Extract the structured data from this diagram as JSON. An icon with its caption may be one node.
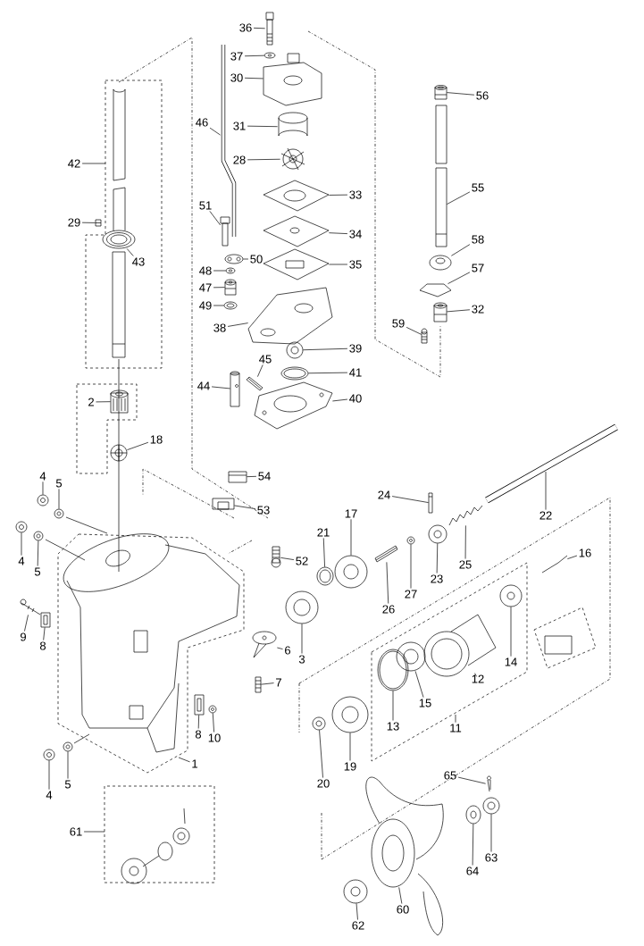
{
  "diagram": {
    "nodes": [
      {
        "text": [
          "36"
        ]
      },
      {
        "text": [
          "37"
        ]
      },
      {
        "text": [
          "30"
        ]
      },
      {
        "text": [
          "46"
        ]
      },
      {
        "text": [
          "31"
        ]
      },
      {
        "text": [
          "28"
        ]
      },
      {
        "text": [
          "33"
        ]
      },
      {
        "text": [
          "34"
        ]
      },
      {
        "text": [
          "35"
        ]
      },
      {
        "text": [
          "51"
        ]
      },
      {
        "text": [
          "50"
        ]
      },
      {
        "text": [
          "48"
        ]
      },
      {
        "text": [
          "47"
        ]
      },
      {
        "text": [
          "49"
        ]
      },
      {
        "text": [
          "38"
        ]
      },
      {
        "text": [
          "39"
        ]
      },
      {
        "text": [
          "41"
        ]
      },
      {
        "text": [
          "40"
        ]
      },
      {
        "text": [
          "44"
        ]
      },
      {
        "text": [
          "45"
        ]
      },
      {
        "text": [
          "42"
        ]
      },
      {
        "text": [
          "29"
        ]
      },
      {
        "text": [
          "43"
        ]
      },
      {
        "text": [
          "2"
        ]
      },
      {
        "text": [
          "18"
        ]
      },
      {
        "text": [
          "56"
        ]
      },
      {
        "text": [
          "55"
        ]
      },
      {
        "text": [
          "58"
        ]
      },
      {
        "text": [
          "57"
        ]
      },
      {
        "text": [
          "32"
        ]
      },
      {
        "text": [
          "59"
        ]
      },
      {
        "text": [
          "54"
        ]
      },
      {
        "text": [
          "53"
        ]
      },
      {
        "text": [
          "4"
        ]
      },
      {
        "text": [
          "5"
        ]
      },
      {
        "text": [
          "4"
        ]
      },
      {
        "text": [
          "5"
        ]
      },
      {
        "text": [
          "52"
        ]
      },
      {
        "text": [
          "9"
        ]
      },
      {
        "text": [
          "8"
        ]
      },
      {
        "text": [
          "6"
        ]
      },
      {
        "text": [
          "3"
        ]
      },
      {
        "text": [
          "7"
        ]
      },
      {
        "text": [
          "8"
        ]
      },
      {
        "text": [
          "10"
        ]
      },
      {
        "text": [
          "1"
        ]
      },
      {
        "text": [
          "4"
        ]
      },
      {
        "text": [
          "5"
        ]
      },
      {
        "text": [
          "61"
        ]
      },
      {
        "text": [
          "17"
        ]
      },
      {
        "text": [
          "21"
        ]
      },
      {
        "text": [
          "24"
        ]
      },
      {
        "text": [
          "22"
        ]
      },
      {
        "text": [
          "26"
        ]
      },
      {
        "text": [
          "27"
        ]
      },
      {
        "text": [
          "23"
        ]
      },
      {
        "text": [
          "25"
        ]
      },
      {
        "text": [
          "16"
        ]
      },
      {
        "text": [
          "14"
        ]
      },
      {
        "text": [
          "12"
        ]
      },
      {
        "text": [
          "15"
        ]
      },
      {
        "text": [
          "13"
        ]
      },
      {
        "text": [
          "11"
        ]
      },
      {
        "text": [
          "19"
        ]
      },
      {
        "text": [
          "20"
        ]
      },
      {
        "text": [
          "65"
        ]
      },
      {
        "text": [
          "63"
        ]
      },
      {
        "text": [
          "64"
        ]
      },
      {
        "text": [
          "60"
        ]
      },
      {
        "text": [
          "62"
        ]
      },
      {
        "text": [],
        "shape": "picture"
      },
      {
        "text": [],
        "shape": "picture"
      },
      {
        "text": [],
        "shape": "picture"
      },
      {
        "text": [],
        "shape": "picture"
      },
      {
        "text": [],
        "shape": "picture"
      },
      {
        "text": [],
        "shape": "picture"
      },
      {
        "text": [],
        "shape": "picture"
      },
      {
        "text": [],
        "shape": "picture"
      },
      {
        "text": [],
        "shape": "picture"
      },
      {
        "text": [],
        "shape": "picture"
      },
      {
        "text": [],
        "shape": "picture"
      },
      {
        "text": [],
        "shape": "picture"
      },
      {
        "text": [],
        "shape": "picture"
      },
      {
        "text": [],
        "shape": "picture"
      },
      {
        "text": [],
        "shape": "picture"
      },
      {
        "text": [],
        "shape": "picture"
      },
      {
        "text": [],
        "shape": "picture"
      },
      {
        "text": [],
        "shape": "picture"
      },
      {
        "text": [],
        "shape": "picture"
      },
      {
        "text": [],
        "shape": "picture"
      },
      {
        "text": [],
        "shape": "picture"
      },
      {
        "text": [],
        "shape": "picture"
      },
      {
        "text": [],
        "shape": "picture"
      },
      {
        "text": [],
        "shape": "picture"
      },
      {
        "text": [],
        "shape": "picture"
      },
      {
        "text": [],
        "shape": "picture"
      },
      {
        "text": [],
        "shape": "picture"
      },
      {
        "text": [],
        "shape": "picture"
      },
      {
        "text": [],
        "shape": "picture"
      },
      {
        "text": [],
        "shape": "picture"
      },
      {
        "text": [],
        "shape": "picture"
      },
      {
        "text": [],
        "shape": "picture"
      },
      {
        "text": [],
        "shape": "picture"
      },
      {
        "text": [],
        "shape": "picture"
      },
      {
        "text": [],
        "shape": "picture"
      },
      {
        "text": [],
        "shape": "picture"
      },
      {
        "text": [],
        "shape": "picture"
      },
      {
        "text": [],
        "shape": "picture"
      },
      {
        "text": [],
        "shape": "picture"
      },
      {
        "text": [],
        "shape": "picture"
      },
      {
        "text": [],
        "shape": "picture"
      },
      {
        "text": [],
        "shape": "picture"
      },
      {
        "text": [],
        "shape": "picture"
      },
      {
        "text": [],
        "shape": "picture"
      },
      {
        "text": [],
        "shape": "picture"
      },
      {
        "text": [],
        "shape": "picture"
      },
      {
        "text": [],
        "shape": "picture"
      },
      {
        "text": [],
        "shape": "picture"
      },
      {
        "text": [],
        "shape": "picture"
      },
      {
        "text": [],
        "shape": "picture"
      },
      {
        "text": [],
        "shape": "picture"
      },
      {
        "text": [],
        "shape": "picture"
      },
      {
        "text": [],
        "shape": "picture"
      },
      {
        "text": [],
        "shape": "picture"
      },
      {
        "text": [],
        "shape": "picture"
      },
      {
        "text": [],
        "shape": "picture"
      },
      {
        "text": [],
        "shape": "picture"
      },
      {
        "text": [],
        "shape": "picture"
      },
      {
        "text": [],
        "shape": "picture"
      },
      {
        "text": [],
        "shape": "picture"
      },
      {
        "text": [],
        "shape": "picture"
      },
      {
        "text": [],
        "shape": "picture"
      },
      {
        "text": [],
        "shape": "picture"
      },
      {
        "text": [],
        "shape": "picture"
      },
      {
        "text": [],
        "shape": "picture"
      }
    ],
    "edges": [
      {
        "from": 0,
        "to": 70,
        "arrow": "none"
      },
      {
        "from": 1,
        "to": 71,
        "arrow": "none"
      },
      {
        "from": 2,
        "to": 72,
        "arrow": "none"
      },
      {
        "from": 3,
        "to": 73,
        "arrow": "none"
      },
      {
        "from": 4,
        "to": 74,
        "arrow": "none"
      },
      {
        "from": 5,
        "to": 75,
        "arrow": "none"
      },
      {
        "from": 6,
        "to": 76,
        "arrow": "none"
      },
      {
        "from": 7,
        "to": 77,
        "arrow": "none"
      },
      {
        "from": 8,
        "to": 78,
        "arrow": "none"
      },
      {
        "from": 9,
        "to": 79,
        "arrow": "none"
      },
      {
        "from": 10,
        "to": 80,
        "arrow": "none"
      },
      {
        "from": 11,
        "to": 81,
        "arrow": "none"
      },
      {
        "from": 12,
        "to": 82,
        "arrow": "none"
      },
      {
        "from": 13,
        "to": 83,
        "arrow": "none"
      },
      {
        "from": 14,
        "to": 84,
        "arrow": "none"
      },
      {
        "from": 15,
        "to": 85,
        "arrow": "none"
      },
      {
        "from": 16,
        "to": 86,
        "arrow": "none"
      },
      {
        "from": 17,
        "to": 87,
        "arrow": "none"
      },
      {
        "from": 18,
        "to": 88,
        "arrow": "none"
      },
      {
        "from": 19,
        "to": 89,
        "arrow": "none"
      },
      {
        "from": 20,
        "to": null,
        "arrow": "none"
      },
      {
        "from": 21,
        "to": 90,
        "arrow": "none"
      },
      {
        "from": 22,
        "to": 91,
        "arrow": "none"
      },
      {
        "from": 23,
        "to": 92,
        "arrow": "none"
      },
      {
        "from": 24,
        "to": 93,
        "arrow": "none"
      },
      {
        "from": 25,
        "to": 94,
        "arrow": "none"
      },
      {
        "from": 26,
        "to": 95,
        "arrow": "none"
      },
      {
        "from": 27,
        "to": 96,
        "arrow": "none"
      },
      {
        "from": 28,
        "to": 97,
        "arrow": "none"
      },
      {
        "from": 29,
        "to": 98,
        "arrow": "none"
      },
      {
        "from": 30,
        "to": 99,
        "arrow": "none"
      },
      {
        "from": 31,
        "to": 100,
        "arrow": "none"
      },
      {
        "from": 32,
        "to": 101,
        "arrow": "none"
      },
      {
        "from": 33,
        "to": 102,
        "arrow": "none"
      },
      {
        "from": 34,
        "to": 103,
        "arrow": "none"
      },
      {
        "from": 35,
        "to": 104,
        "arrow": "none"
      },
      {
        "from": 36,
        "to": 105,
        "arrow": "none"
      },
      {
        "from": 37,
        "to": 106,
        "arrow": "none"
      },
      {
        "from": 38,
        "to": 107,
        "arrow": "none"
      },
      {
        "from": 39,
        "to": 108,
        "arrow": "none"
      },
      {
        "from": 40,
        "to": 109,
        "arrow": "none"
      },
      {
        "from": 41,
        "to": 110,
        "arrow": "none"
      },
      {
        "from": 42,
        "to": 111,
        "arrow": "none"
      },
      {
        "from": 43,
        "to": 112,
        "arrow": "none"
      },
      {
        "from": 44,
        "to": 113,
        "arrow": "none"
      },
      {
        "from": 45,
        "to": null,
        "arrow": "none"
      },
      {
        "from": 46,
        "to": 114,
        "arrow": "none"
      },
      {
        "from": 47,
        "to": 115,
        "arrow": "none"
      },
      {
        "from": 48,
        "to": null,
        "arrow": "none"
      },
      {
        "from": 49,
        "to": 116,
        "arrow": "none"
      },
      {
        "from": 50,
        "to": 117,
        "arrow": "none"
      },
      {
        "from": 51,
        "to": 118,
        "arrow": "none"
      },
      {
        "from": 52,
        "to": null,
        "arrow": "none"
      },
      {
        "from": 53,
        "to": 119,
        "arrow": "none"
      },
      {
        "from": 54,
        "to": 120,
        "arrow": "none"
      },
      {
        "from": 55,
        "to": 121,
        "arrow": "none"
      },
      {
        "from": 56,
        "to": 122,
        "arrow": "none"
      },
      {
        "from": 57,
        "to": 123,
        "arrow": "none"
      },
      {
        "from": 58,
        "to": 124,
        "arrow": "none"
      },
      {
        "from": 59,
        "to": 125,
        "arrow": "none"
      },
      {
        "from": 60,
        "to": 126,
        "arrow": "none"
      },
      {
        "from": 61,
        "to": 127,
        "arrow": "none"
      },
      {
        "from": 62,
        "to": null,
        "arrow": "none"
      },
      {
        "from": 63,
        "to": 128,
        "arrow": "none"
      },
      {
        "from": 64,
        "to": 129,
        "arrow": "none"
      },
      {
        "from": 65,
        "to": 130,
        "arrow": "none"
      },
      {
        "from": 66,
        "to": 131,
        "arrow": "none"
      },
      {
        "from": 67,
        "to": 132,
        "arrow": "none"
      },
      {
        "from": 68,
        "to": 133,
        "arrow": "none"
      },
      {
        "from": 69,
        "to": 134,
        "arrow": "none"
      }
    ]
  }
}
